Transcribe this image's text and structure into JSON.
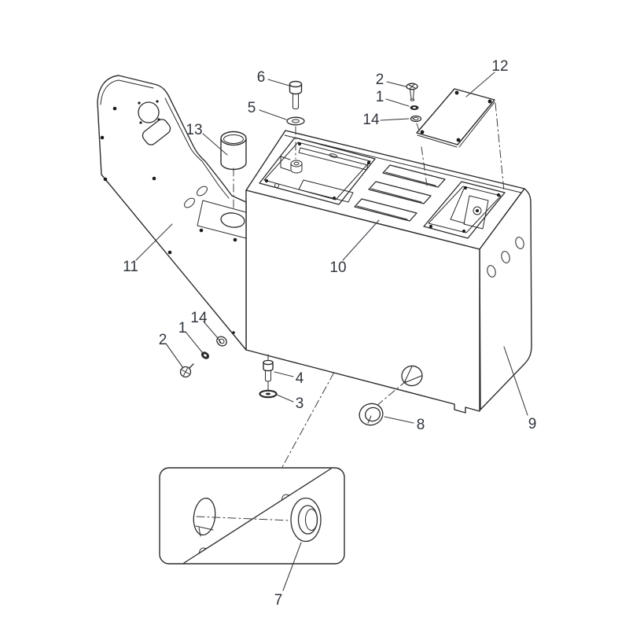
{
  "figure": {
    "kind": "exploded-parts-diagram",
    "background_color": "#ffffff",
    "line_color": "#2b2b2b",
    "label_color": "#30353c"
  },
  "callouts": {
    "n1_top": {
      "label": "1"
    },
    "n2_top": {
      "label": "2"
    },
    "n14_top": {
      "label": "14"
    },
    "n1_bottom": {
      "label": "1"
    },
    "n2_bottom": {
      "label": "2"
    },
    "n14_bottom": {
      "label": "14"
    },
    "n3": {
      "label": "3"
    },
    "n4": {
      "label": "4"
    },
    "n5": {
      "label": "5"
    },
    "n6": {
      "label": "6"
    },
    "n7": {
      "label": "7"
    },
    "n8": {
      "label": "8"
    },
    "n9": {
      "label": "9"
    },
    "n10": {
      "label": "10"
    },
    "n11": {
      "label": "11"
    },
    "n12": {
      "label": "12"
    },
    "n13": {
      "label": "13"
    }
  }
}
